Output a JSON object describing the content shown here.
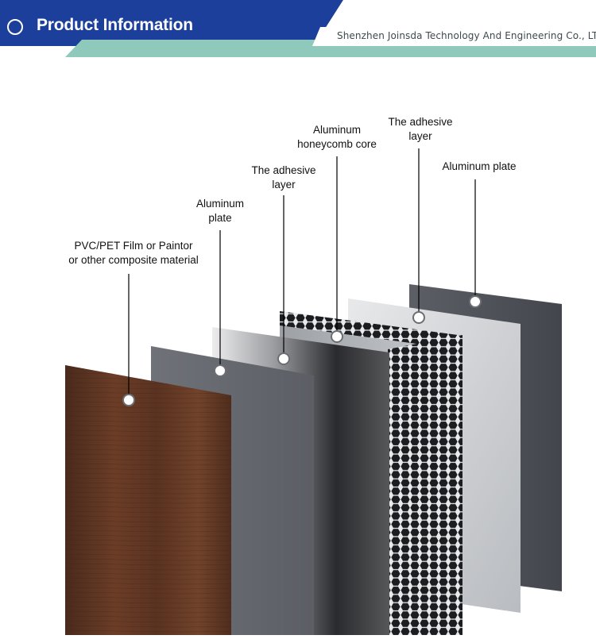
{
  "header": {
    "title": "Product Information",
    "company": "Shenzhen Joinsda Technology And Engineering Co., LTD.",
    "colors": {
      "banner": "#1b3f9a",
      "accent_strip": "#8ec9bb"
    }
  },
  "diagram": {
    "layers": [
      {
        "name": "wood-film",
        "label_lines": [
          "PVC/PET Film or Paintor",
          "or other composite material"
        ]
      },
      {
        "name": "aluminum-plate-front",
        "label_lines": [
          "Aluminum",
          "plate"
        ]
      },
      {
        "name": "adhesive-front",
        "label_lines": [
          "The adhesive",
          "layer"
        ]
      },
      {
        "name": "honeycomb-core",
        "label_lines": [
          "Aluminum",
          "honeycomb core"
        ]
      },
      {
        "name": "adhesive-back",
        "label_lines": [
          "The adhesive",
          "layer"
        ]
      },
      {
        "name": "aluminum-plate-back",
        "label_lines": [
          "Aluminum plate"
        ]
      }
    ]
  }
}
